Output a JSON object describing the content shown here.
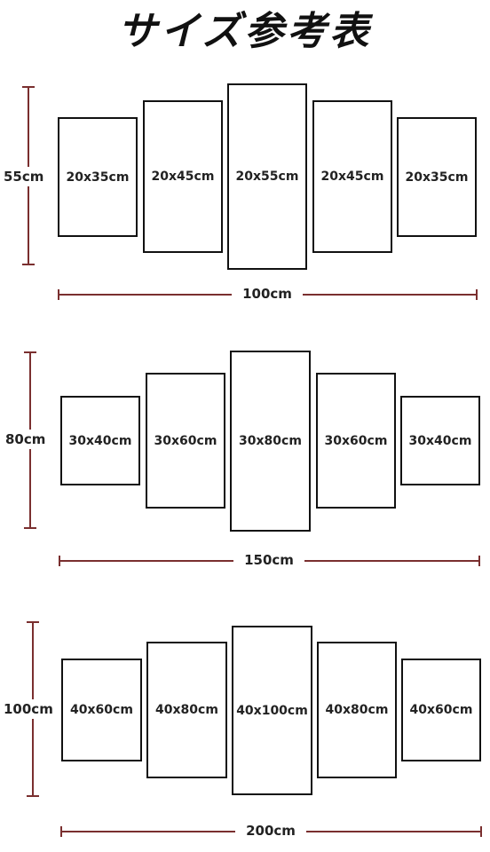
{
  "title": "サイズ参考表",
  "sets": [
    {
      "height_label": "55cm",
      "width_label": "100cm",
      "panels": [
        "20x35cm",
        "20x45cm",
        "20x55cm",
        "20x45cm",
        "20x35cm"
      ]
    },
    {
      "height_label": "80cm",
      "width_label": "150cm",
      "panels": [
        "30x40cm",
        "30x60cm",
        "30x80cm",
        "30x60cm",
        "30x40cm"
      ]
    },
    {
      "height_label": "100cm",
      "width_label": "200cm",
      "panels": [
        "40x60cm",
        "40x80cm",
        "40x100cm",
        "40x80cm",
        "40x60cm"
      ]
    }
  ]
}
